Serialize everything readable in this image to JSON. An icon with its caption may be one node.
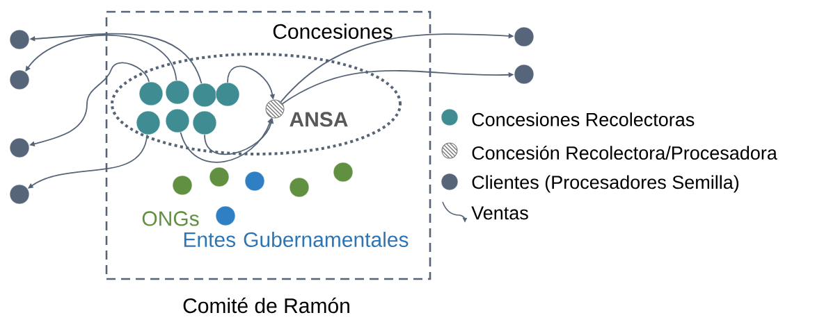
{
  "diagram": {
    "nodes": [
      {
        "text": [
          "Comité de Ramón"
        ]
      },
      {
        "text": [
          "Concesiones"
        ],
        "in": 0
      },
      {
        "text": [],
        "shape": "circle",
        "in": 1
      },
      {
        "text": [],
        "shape": "circle",
        "in": 1
      },
      {
        "text": [],
        "shape": "circle",
        "in": 1
      },
      {
        "text": [],
        "shape": "circle",
        "in": 1
      },
      {
        "text": [],
        "shape": "circle",
        "in": 1
      },
      {
        "text": [],
        "shape": "circle",
        "in": 1
      },
      {
        "text": [],
        "shape": "circle",
        "in": 1
      },
      {
        "text": [],
        "shape": "circle",
        "in": 1,
        "beside": [
          "ANSA"
        ]
      },
      {
        "text": [],
        "shape": "circle"
      },
      {
        "text": [],
        "shape": "circle"
      },
      {
        "text": [],
        "shape": "circle"
      },
      {
        "text": [],
        "shape": "circle"
      },
      {
        "text": [],
        "shape": "circle"
      },
      {
        "text": [],
        "shape": "circle"
      },
      {
        "text": [],
        "shape": "circle",
        "in": 0
      },
      {
        "text": [],
        "shape": "circle",
        "in": 0
      },
      {
        "text": [],
        "shape": "circle",
        "in": 0
      },
      {
        "text": [],
        "shape": "circle",
        "in": 0
      },
      {
        "text": [],
        "shape": "circle",
        "in": 0
      },
      {
        "text": [],
        "shape": "circle",
        "in": 0
      }
    ],
    "edges": [
      {
        "from": 4,
        "to": 10,
        "arrow": "to"
      },
      {
        "from": 3,
        "to": 11,
        "arrow": "to"
      },
      {
        "from": 2,
        "to": 12,
        "arrow": "to"
      },
      {
        "from": 6,
        "to": 13,
        "arrow": "to"
      },
      {
        "from": 5,
        "to": 9,
        "arrow": "to"
      },
      {
        "from": 7,
        "to": 9,
        "arrow": "to"
      },
      {
        "from": 8,
        "to": 9,
        "arrow": "to"
      },
      {
        "from": 9,
        "to": 14,
        "arrow": "to"
      },
      {
        "from": 9,
        "to": 15,
        "arrow": "to"
      }
    ],
    "labels": [
      "ONGs",
      "Entes Gubernamentales"
    ],
    "legend": [
      {
        "text": "Concesiones Recolectoras",
        "color": "#3f8c93"
      },
      {
        "text": "Concesión Recolectora/Procesadora"
      },
      {
        "text": "Clientes (Procesadores Semilla)",
        "color": "#566579"
      },
      {
        "text": "Ventas"
      }
    ]
  }
}
